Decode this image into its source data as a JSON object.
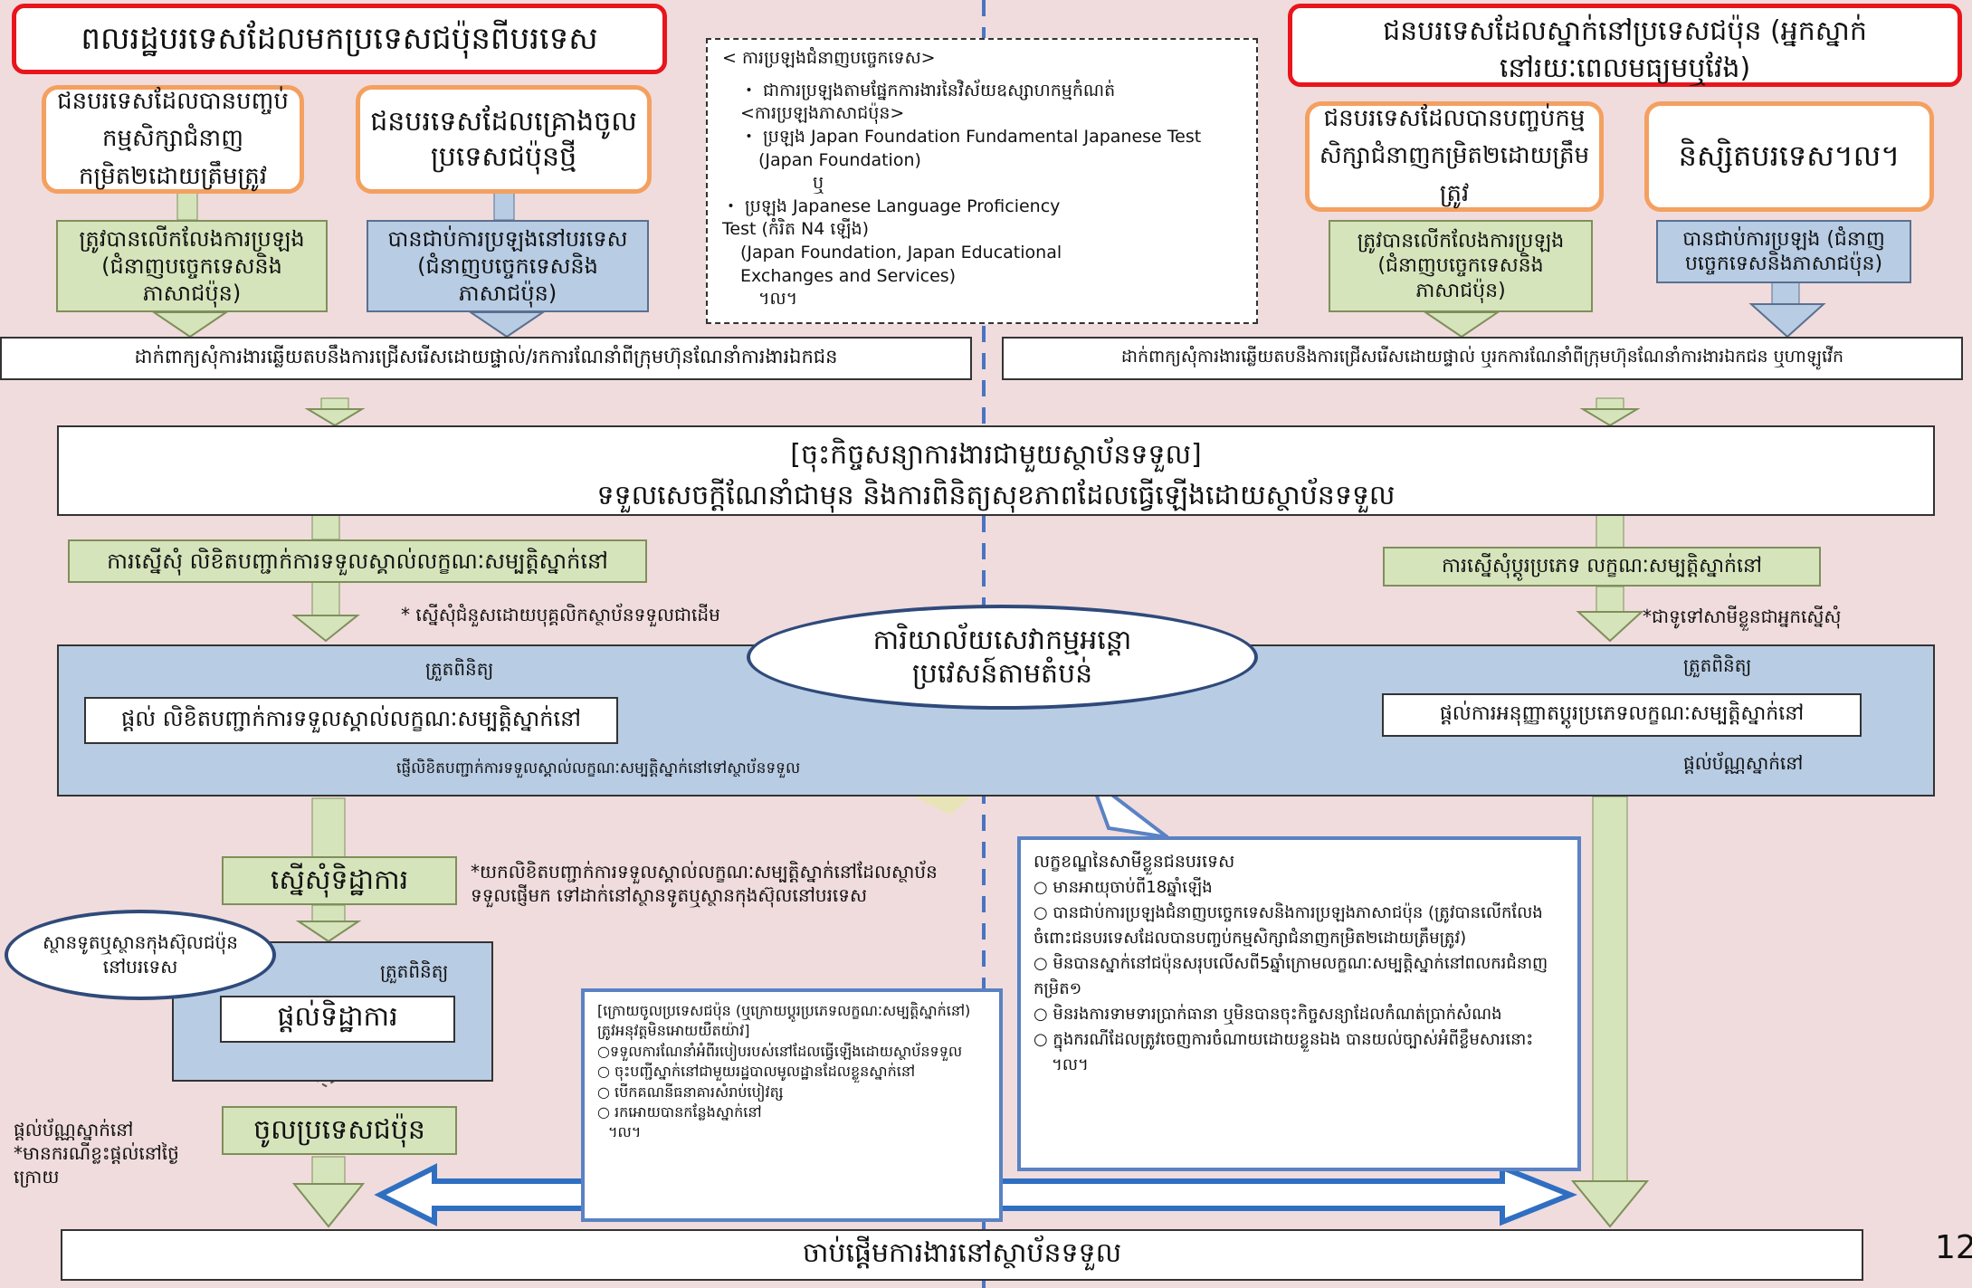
{
  "page_number": "12",
  "left_top": {
    "title": "ពលរដ្ឋបរទេសដែលមកប្រទេសជប៉ុនពីបរទេស",
    "card1": "ជនបរទេសដែលបានបញ្ចប់កម្មសិក្សាជំនាញកម្រិត២ដោយត្រឹមត្រូវ",
    "card2": "ជនបរទេសដែលគ្រោងចូលប្រទេសជប៉ុនថ្មី",
    "green1": "ត្រូវបានលើកលែងការប្រឡង (ជំនាញបច្ចេកទេសនិងភាសាជប៉ុន)",
    "blue1": "បានជាប់ការប្រឡងនៅបរទេស (ជំនាញបច្ចេកទេសនិងភាសាជប៉ុន)",
    "apply": "ដាក់ពាក្យសុំការងារឆ្លើយតបនឹងការជ្រើសរើសដោយផ្ទាល់/រកការណែនាំពីក្រុមហ៊ុនណែនាំការងារឯកជន"
  },
  "right_top": {
    "title_line1": "ជនបរទេសដែលស្នាក់នៅប្រទេសជប៉ុន (អ្នកស្នាក់",
    "title_line2": "នៅរយៈពេលមធ្យមឬវែង)",
    "card1": "ជនបរទេសដែលបានបញ្ចប់កម្មសិក្សាជំនាញកម្រិត២ដោយត្រឹមត្រូវ",
    "card2": "និស្សិតបរទេស។ល។",
    "green1": "ត្រូវបានលើកលែងការប្រឡង (ជំនាញបច្ចេកទេសនិងភាសាជប៉ុន)",
    "blue1": "បានជាប់ការប្រឡង (ជំនាញបច្ចេកទេសនិងភាសាជប៉ុន)",
    "apply": "ដាក់ពាក្យសុំការងារឆ្លើយតបនឹងការជ្រើសរើសដោយផ្ទាល់ ឬរកការណែនាំពីក្រុមហ៊ុនណែនាំការងារឯកជន ឬហាឡូវើក"
  },
  "exam_box": {
    "header": "< ការប្រឡងជំនាញបច្ចេកទេស>",
    "line1": "・ ជាការប្រឡងតាមផ្នែកការងារនៃវិស័យឧស្សាហកម្មកំណត់",
    "line2": "<ការប្រឡងភាសាជប៉ុន>",
    "line3": "・ ប្រឡង Japan Foundation Fundamental Japanese Test",
    "line4": "(Japan Foundation)",
    "line5": "ឬ",
    "line6": "・ ប្រឡង Japanese Language Proficiency Test (កំរិត N4 ឡើង)",
    "line7": "(Japan Foundation, Japan Educational Exchanges and Services)",
    "line8": "។ល។"
  },
  "contract": {
    "line1": "[ចុះកិច្ចសន្យាការងារជាមួយស្ថាប័នទទួល]",
    "line2": "ទទួលសេចក្តីណែនាំជាមុន និងការពិនិត្យសុខភាពដែលធ្វើឡើងដោយស្ថាប័នទទួល"
  },
  "left_flow": {
    "coe_request": "ការស្នើសុំ លិខិតបញ្ជាក់ការទទួលស្គាល់លក្ខណៈសម្បត្តិស្នាក់នៅ",
    "coe_note": "* ស្នើសុំជំនួសដោយបុគ្គលិកស្ថាប័នទទួលជាដើម",
    "review": "ត្រួតពិនិត្យ",
    "issue_coe": "ផ្តល់ លិខិតបញ្ជាក់ការទទួលស្គាល់លក្ខណៈសម្បត្តិស្នាក់នៅ",
    "send_note": "ផ្ញើលិខិតបញ្ជាក់ការទទួលស្គាល់លក្ខណៈសម្បត្តិស្នាក់នៅទៅស្ថាប័នទទួល",
    "visa_request": "ស្នើសុំទិដ្ឋាការ",
    "visa_note": "*យកលិខិតបញ្ជាក់ការទទួលស្គាល់លក្ខណៈសម្បត្តិស្នាក់នៅដែលស្ថាប័នទទួលផ្ញើមក ទៅដាក់នៅស្ថានទូតឬស្ថានកុងស៊ុលនៅបរទេស",
    "embassy": "ស្ថានទូតឬស្ថានកុងស៊ុលជប៉ុននៅបរទេស",
    "review2": "ត្រួតពិនិត្យ",
    "issue_visa": "ផ្តល់ទិដ្ឋាការ",
    "entry": "ចូលប្រទេសជប៉ុន",
    "residence_card_1": "ផ្តល់ប័ណ្ណស្នាក់នៅ",
    "residence_card_2": "*មានករណីខ្លះផ្តល់នៅថ្ងៃក្រោយ"
  },
  "right_flow": {
    "change_request": "ការស្នើសុំប្តូរប្រភេទ លក្ខណៈសម្បត្តិស្នាក់នៅ",
    "change_note": "*ជាទូទៅសាមីខ្លួនជាអ្នកស្នើសុំ",
    "review": "ត្រួតពិនិត្យ",
    "permit": "ផ្តល់ការអនុញ្ញាតប្តូរប្រភេទលក្ខណៈសម្បត្តិស្នាក់នៅ",
    "card": "ផ្តល់ប័ណ្ណស្នាក់នៅ"
  },
  "immigration_office": {
    "line1": "ការិយាល័យសេវាកម្មអន្តោ",
    "line2": "ប្រវេសន៍តាមតំបន់"
  },
  "criteria": {
    "title": "លក្ខខណ្ឌនៃសាមីខ្លួនជនបរទេស",
    "items": [
      "○ មានអាយុចាប់ពី18ឆ្នាំឡើង",
      "○ បានជាប់ការប្រឡងជំនាញបច្ចេកទេសនិងការប្រឡងភាសាជប៉ុន (ត្រូវបានលើកលែងចំពោះជនបរទេសដែលបានបញ្ចប់កម្មសិក្សាជំនាញកម្រិត២ដោយត្រឹមត្រូវ)",
      "○ មិនបានស្នាក់នៅជប៉ុនសរុបលើសពី5ឆ្នាំក្រោមលក្ខណៈសម្បត្តិស្នាក់នៅពលករជំនាញកម្រិត១",
      "○ មិនរងការទាមទារប្រាក់ធានា ឬមិនបានចុះកិច្ចសន្យាដែលកំណត់ប្រាក់សំណង",
      "○ ក្នុងករណីដែលត្រូវចេញការចំណាយដោយខ្លួនឯង បានយល់ច្បាស់អំពីខ្លឹមសារនោះ",
      "។ល។"
    ]
  },
  "after_entry": {
    "title": "[ក្រោយចូលប្រទេសជប៉ុន (ឬក្រោយប្តូរប្រភេទលក្ខណៈសម្បត្តិស្នាក់នៅ) ត្រូវអនុវត្តមិនអោយយឺតយ៉ាវ]",
    "items": [
      "○ទទួលការណែនាំអំពីរបៀបរបស់នៅដែលធ្វើឡើងដោយស្ថាប័នទទួល",
      "○ ចុះបញ្ជីស្នាក់នៅជាមួយរដ្ឋបាលមូលដ្ឋានដែលខ្លួនស្នាក់នៅ",
      "○ បើកគណនីធនាគារសំរាប់បៀវត្ស",
      "○ រកអោយបានកន្លែងស្នាក់នៅ",
      "។ល។"
    ]
  },
  "start_work": "ចាប់ផ្តើមការងារនៅស្ថាប័នទទួល",
  "colors": {
    "red": "#e8161c",
    "orange": "#f4a060",
    "green": "#d6e4bc",
    "blue": "#b8cce4",
    "background": "#f0dcdd"
  }
}
